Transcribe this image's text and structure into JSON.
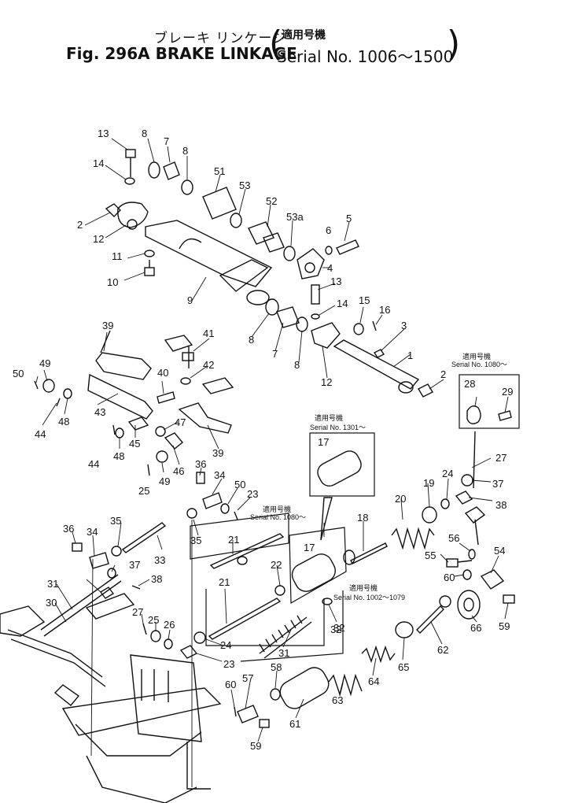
{
  "header": {
    "title_jp": "ブレーキ リンケージ",
    "title_en": "Fig. 296A BRAKE LINKAGE",
    "serial_jp": "適用号機",
    "serial_en": "Serial No. 1006～1500",
    "paren_open": "(",
    "paren_close": ")"
  },
  "notes": [
    {
      "jp": "適用号機",
      "en": "Serial No. 1080～"
    },
    {
      "jp": "適用号機",
      "en": "Serial No. 1301～"
    },
    {
      "jp": "適用号機",
      "en": "Serial No. 1080～"
    },
    {
      "jp": "適用号機",
      "en": "Serial No. 1002～1079"
    }
  ],
  "parts": [
    "13",
    "8",
    "7",
    "8",
    "14",
    "51",
    "53",
    "52",
    "53a",
    "5",
    "2",
    "12",
    "6",
    "11",
    "4",
    "10",
    "9",
    "13",
    "14",
    "15",
    "16",
    "3",
    "39",
    "8",
    "7",
    "8",
    "1",
    "41",
    "12",
    "2",
    "49",
    "42",
    "50",
    "40",
    "28",
    "29",
    "44",
    "48",
    "43",
    "47",
    "45",
    "48",
    "17",
    "27",
    "44",
    "49",
    "46",
    "39",
    "36",
    "34",
    "37",
    "25",
    "50",
    "24",
    "38",
    "23",
    "19",
    "20",
    "18",
    "36",
    "34",
    "35",
    "35",
    "33",
    "21",
    "55",
    "56",
    "54",
    "37",
    "22",
    "17",
    "32",
    "60",
    "38",
    "31",
    "21",
    "30",
    "27",
    "25",
    "26",
    "32",
    "66",
    "59",
    "24",
    "23",
    "62",
    "31",
    "65",
    "58",
    "64",
    "57",
    "60",
    "63",
    "61",
    "59"
  ]
}
